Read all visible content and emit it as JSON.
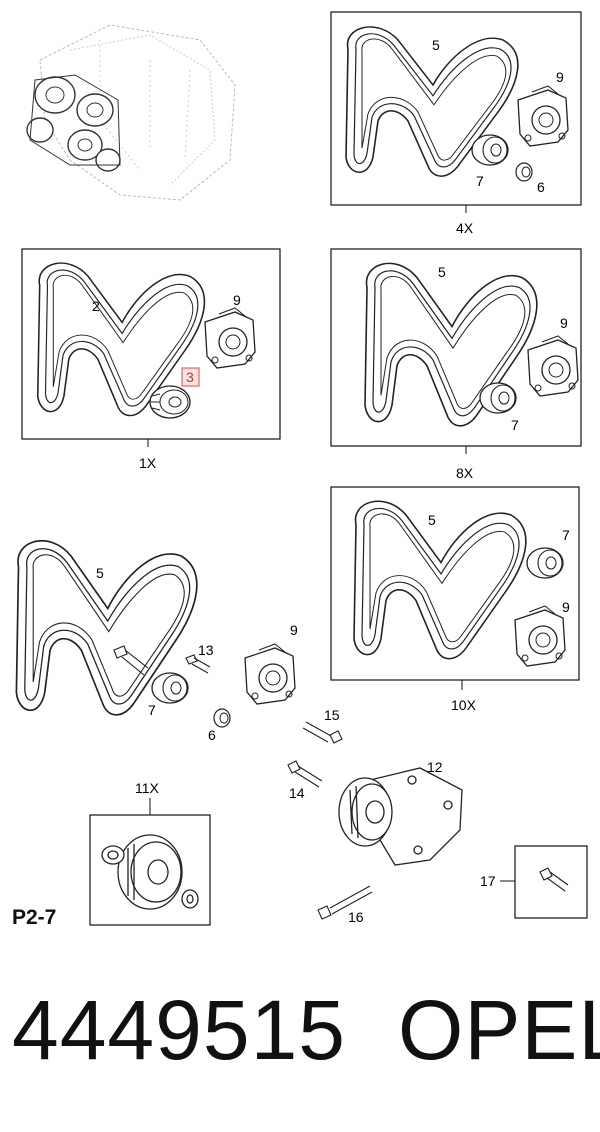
{
  "page_code": "P2-7",
  "part_number": "4449515",
  "brand": "OPEL",
  "highlight_color": "#e06666",
  "panels": {
    "p4x": {
      "caption": "4X",
      "callouts": [
        "5",
        "9",
        "7",
        "6"
      ]
    },
    "p1x": {
      "caption": "1X",
      "callouts": [
        "2",
        "9",
        "3"
      ]
    },
    "p8x": {
      "caption": "8X",
      "callouts": [
        "5",
        "9",
        "7"
      ]
    },
    "p10x": {
      "caption": "10X",
      "callouts": [
        "5",
        "7",
        "9"
      ]
    },
    "p11x": {
      "caption": "11X"
    },
    "p17": {
      "callout": "17"
    }
  },
  "loose_callouts": [
    "5",
    "13",
    "9",
    "7",
    "6",
    "15",
    "14",
    "12",
    "16"
  ],
  "selected_part": "3"
}
